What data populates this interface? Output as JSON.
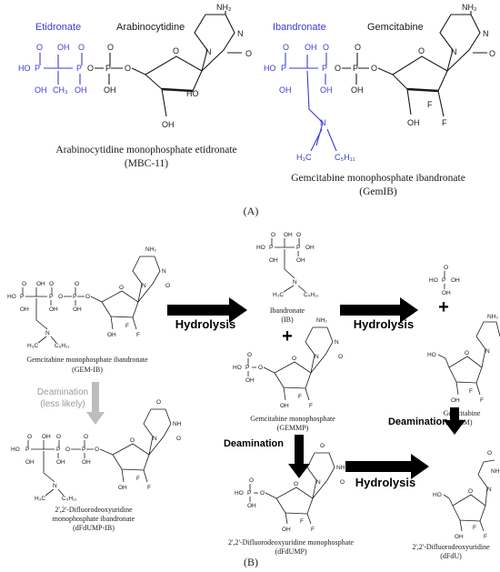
{
  "panel_a": {
    "label": "(A)",
    "mbc": {
      "etidronate": "Etidronate",
      "arabinocytidine": "Arabinocytidine",
      "caption_line1": "Arabinocytidine monophosphate etidronate",
      "caption_line2": "(MBC-11)"
    },
    "gemib": {
      "ibandronate": "Ibandronate",
      "gemcitabine": "Gemcitabine",
      "caption_line1": "Gemcitabine monophosphate ibandronate",
      "caption_line2": "(GemIB)"
    }
  },
  "panel_b": {
    "label": "(B)",
    "gem_ib": {
      "line1": "Gemcitabine monophosphate ibandronate",
      "line2": "(GEM-IB)"
    },
    "deamination_less": {
      "line1": "Deamination",
      "line2": "(less likely)"
    },
    "dfdump_ib": {
      "line1": "2',2'-Difluorodeoxyuridine",
      "line2": "monophosphate ibandronate",
      "line3": "(dFdUMP-IB)"
    },
    "ib": {
      "line1": "Ibandronate",
      "line2": "(IB)"
    },
    "gemmp": {
      "line1": "Gemcitabine monophosphate",
      "line2": "(GEMMP)"
    },
    "dfdump": {
      "line1": "2',2'-Difluorodeoxyuridine monophosphate",
      "line2": "(dFdUMP)"
    },
    "gem": {
      "line1": "Gemcitabine",
      "line2": "(GEM)"
    },
    "dfdu": {
      "line1": "2',2'-Difluorodeoxyuridine",
      "line2": "(dFdU)"
    },
    "hydrolysis": "Hydrolysis",
    "deamination": "Deamination",
    "plus": "+"
  },
  "colors": {
    "ink": "#1a1a1a",
    "blue": "#3b3bd6",
    "grey_arrow": "#bdbdbd",
    "grey_text": "#9a9a9a"
  }
}
